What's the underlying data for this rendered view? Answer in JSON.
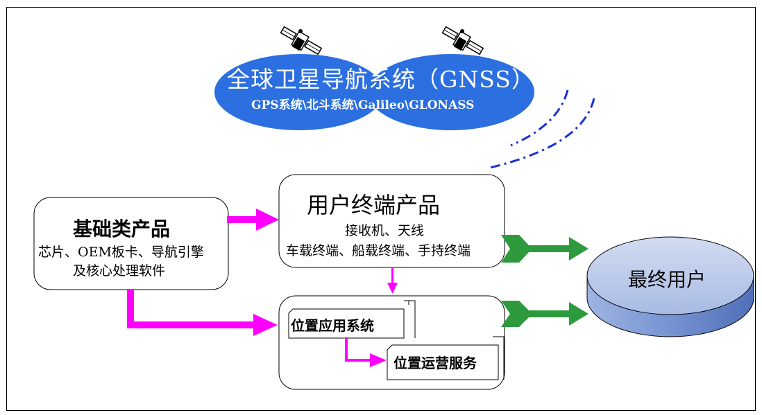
{
  "gnss": {
    "title": "全球卫星导航系统（GNSS）",
    "subtitle": "GPS系统\\北斗系统\\Galileo\\GLONASS"
  },
  "basic_products": {
    "title": "基础类产品",
    "line1": "芯片、OEM板卡、导航引擎",
    "line2": "及核心处理软件"
  },
  "terminal_products": {
    "title": "用户终端产品",
    "line1": "接收机、天线",
    "line2": "车载终端、船载终端、手持终端"
  },
  "location": {
    "app_system": "位置应用系统",
    "operation_service": "位置运营服务"
  },
  "end_user": {
    "label": "最终用户"
  },
  "colors": {
    "ellipse_blue": "#2b6fe0",
    "magenta_arrow": "#ff00ff",
    "green_arrow": "#2e9a3e",
    "cylinder_top": "#b8c8ea",
    "cylinder_side": "#6f8fd0",
    "signal_blue": "#1a2fd6"
  },
  "icons": [
    "satellite-icon"
  ]
}
